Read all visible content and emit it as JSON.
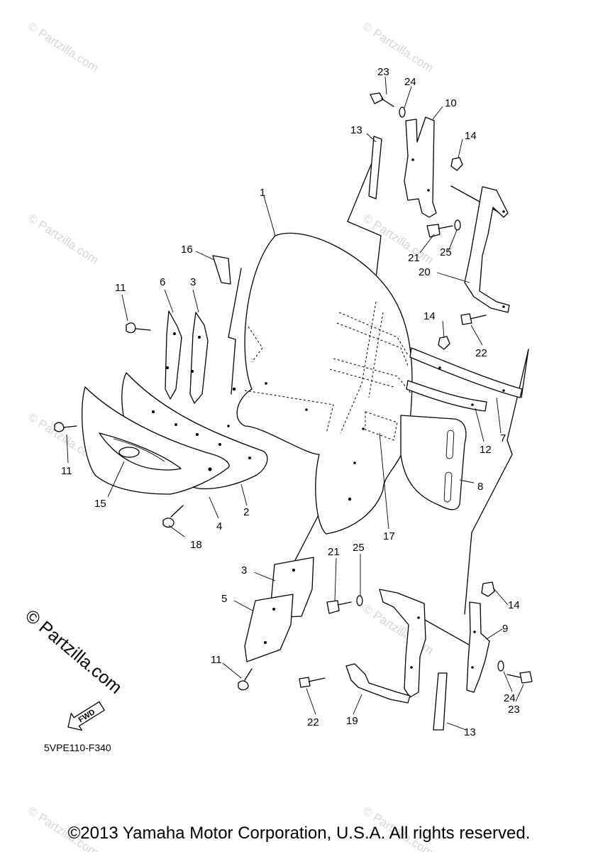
{
  "diagram": {
    "code": "5VPE110-F340",
    "fwd_label": "FWD",
    "watermark": "© Partzilla.com",
    "copyright": "©2013 Yamaha Motor Corporation, U.S.A. All rights reserved.",
    "callouts": [
      {
        "id": "c1",
        "text": "1"
      },
      {
        "id": "c2",
        "text": "2"
      },
      {
        "id": "c3a",
        "text": "3"
      },
      {
        "id": "c3b",
        "text": "3"
      },
      {
        "id": "c4",
        "text": "4"
      },
      {
        "id": "c5",
        "text": "5"
      },
      {
        "id": "c6",
        "text": "6"
      },
      {
        "id": "c7",
        "text": "7"
      },
      {
        "id": "c8",
        "text": "8"
      },
      {
        "id": "c9",
        "text": "9"
      },
      {
        "id": "c10",
        "text": "10"
      },
      {
        "id": "c11a",
        "text": "11"
      },
      {
        "id": "c11b",
        "text": "11"
      },
      {
        "id": "c11c",
        "text": "11"
      },
      {
        "id": "c12",
        "text": "12"
      },
      {
        "id": "c13a",
        "text": "13"
      },
      {
        "id": "c13b",
        "text": "13"
      },
      {
        "id": "c14a",
        "text": "14"
      },
      {
        "id": "c14b",
        "text": "14"
      },
      {
        "id": "c14c",
        "text": "14"
      },
      {
        "id": "c15",
        "text": "15"
      },
      {
        "id": "c16",
        "text": "16"
      },
      {
        "id": "c17",
        "text": "17"
      },
      {
        "id": "c18",
        "text": "18"
      },
      {
        "id": "c19",
        "text": "19"
      },
      {
        "id": "c20",
        "text": "20"
      },
      {
        "id": "c21a",
        "text": "21"
      },
      {
        "id": "c21b",
        "text": "21"
      },
      {
        "id": "c22a",
        "text": "22"
      },
      {
        "id": "c22b",
        "text": "22"
      },
      {
        "id": "c23a",
        "text": "23"
      },
      {
        "id": "c23b",
        "text": "23"
      },
      {
        "id": "c24a",
        "text": "24"
      },
      {
        "id": "c24b",
        "text": "24"
      },
      {
        "id": "c25a",
        "text": "25"
      },
      {
        "id": "c25b",
        "text": "25"
      }
    ]
  }
}
